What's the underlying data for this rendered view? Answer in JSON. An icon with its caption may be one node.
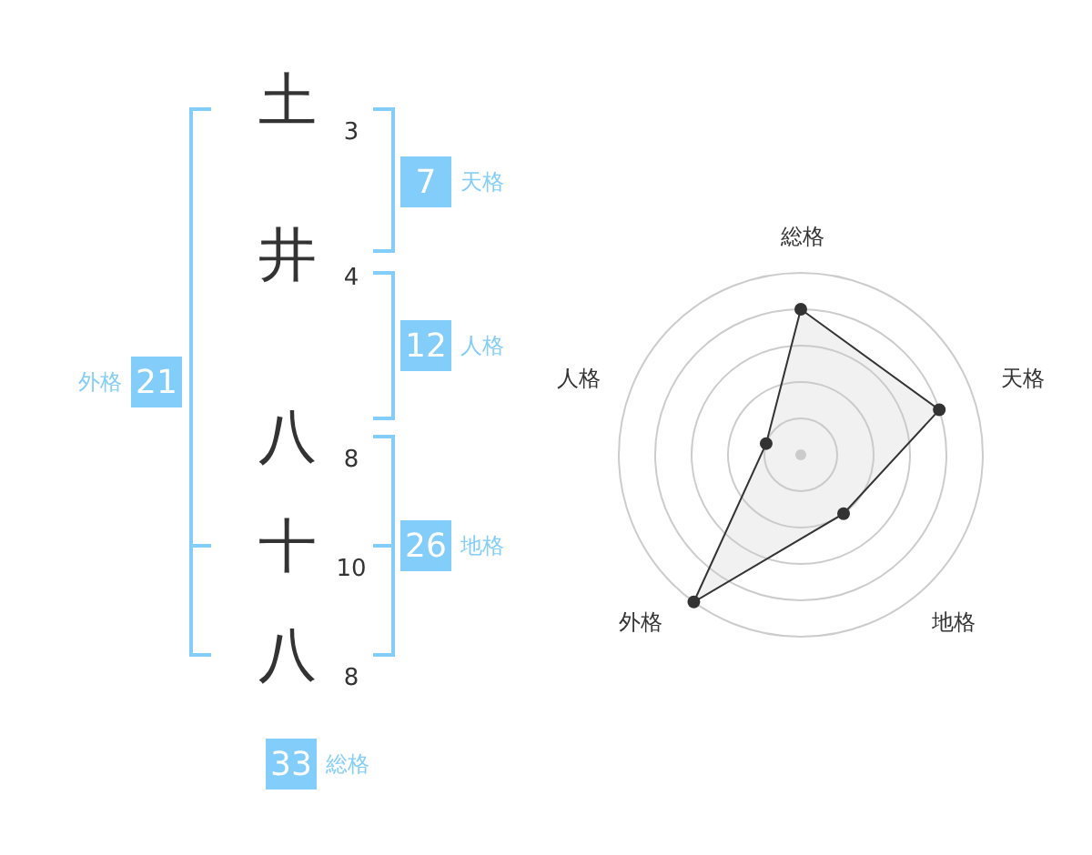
{
  "diagram": {
    "nodes": [
      {
        "text": [
          "7"
        ],
        "beside": [
          "天格"
        ]
      },
      {
        "text": [
          "12"
        ],
        "beside": [
          "人格"
        ]
      },
      {
        "text": [
          "21"
        ],
        "beside": [
          "外格"
        ]
      },
      {
        "text": [
          "26"
        ],
        "beside": [
          "地格"
        ]
      },
      {
        "text": [
          "33"
        ],
        "beside": [
          "総格"
        ]
      }
    ],
    "labels": [
      "土",
      "3",
      "井",
      "4",
      "八",
      "8",
      "十",
      "10",
      "八",
      "8",
      "総格",
      "人格",
      "天格",
      "外格",
      "地格"
    ]
  }
}
